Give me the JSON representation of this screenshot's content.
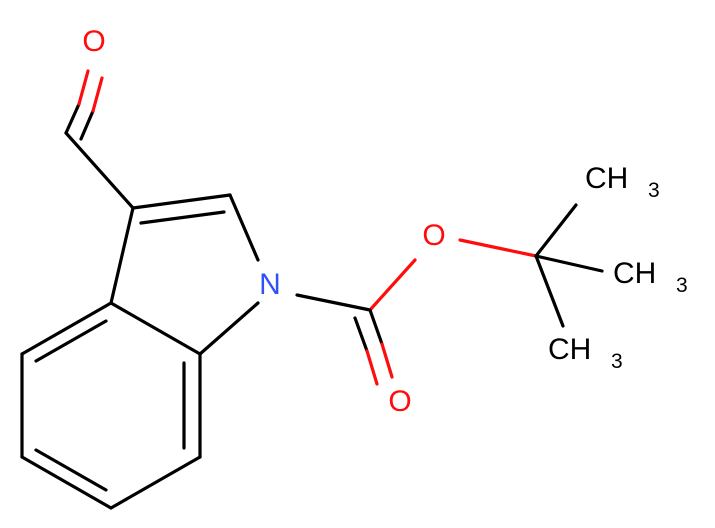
{
  "molecule": {
    "atoms": {
      "aldehyde_o": "O",
      "n1": "N",
      "ester_o": "O",
      "carbonyl_o": "O",
      "methyl_1": {
        "main": "CH",
        "sub": "3"
      },
      "methyl_2": {
        "main": "CH",
        "sub": "3"
      },
      "methyl_3": {
        "main": "CH",
        "sub": "3"
      }
    },
    "colors": {
      "oxygen": "#ff0d0d",
      "nitrogen": "#3050f8",
      "carbon": "#000000"
    }
  }
}
